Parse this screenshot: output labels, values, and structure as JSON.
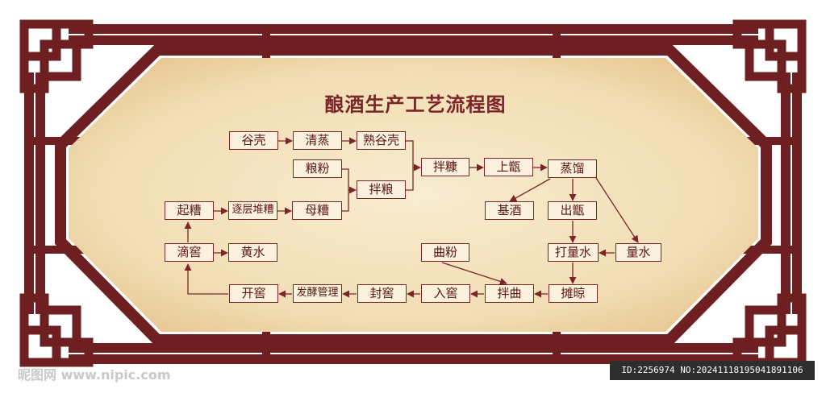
{
  "title": "酿酒生产工艺流程图",
  "colors": {
    "frame": "#6e1f22",
    "paper": "#f5e6c4",
    "box_border": "#7b2528",
    "text": "#5a1517"
  },
  "nodes": {
    "guke": "谷壳",
    "qingzheng": "清蒸",
    "shuguke": "熟谷壳",
    "liangfen": "粮粉",
    "muzao": "母糟",
    "banliang": "拌粮",
    "qizao": "起糟",
    "zhucengduizao": "逐层堆糟",
    "banzao": "拌糠",
    "shangzeng": "上甑",
    "zhengliu": "蒸馏",
    "jijiu": "基酒",
    "chuzeng": "出甑",
    "dalianshui": "打量水",
    "liangshui": "量水",
    "dijiao": "滴窖",
    "huangshui": "黄水",
    "qufen": "曲粉",
    "kaijiao": "开窖",
    "fajiaoguanli": "发酵管理",
    "fengjiao": "封窖",
    "rujiao": "入窖",
    "banqu": "拌曲",
    "tanliang": "摊晾"
  },
  "watermark": {
    "site": "昵图网 www.nipic.com",
    "id": "ID:2256974 NO:20241118195041891106"
  }
}
